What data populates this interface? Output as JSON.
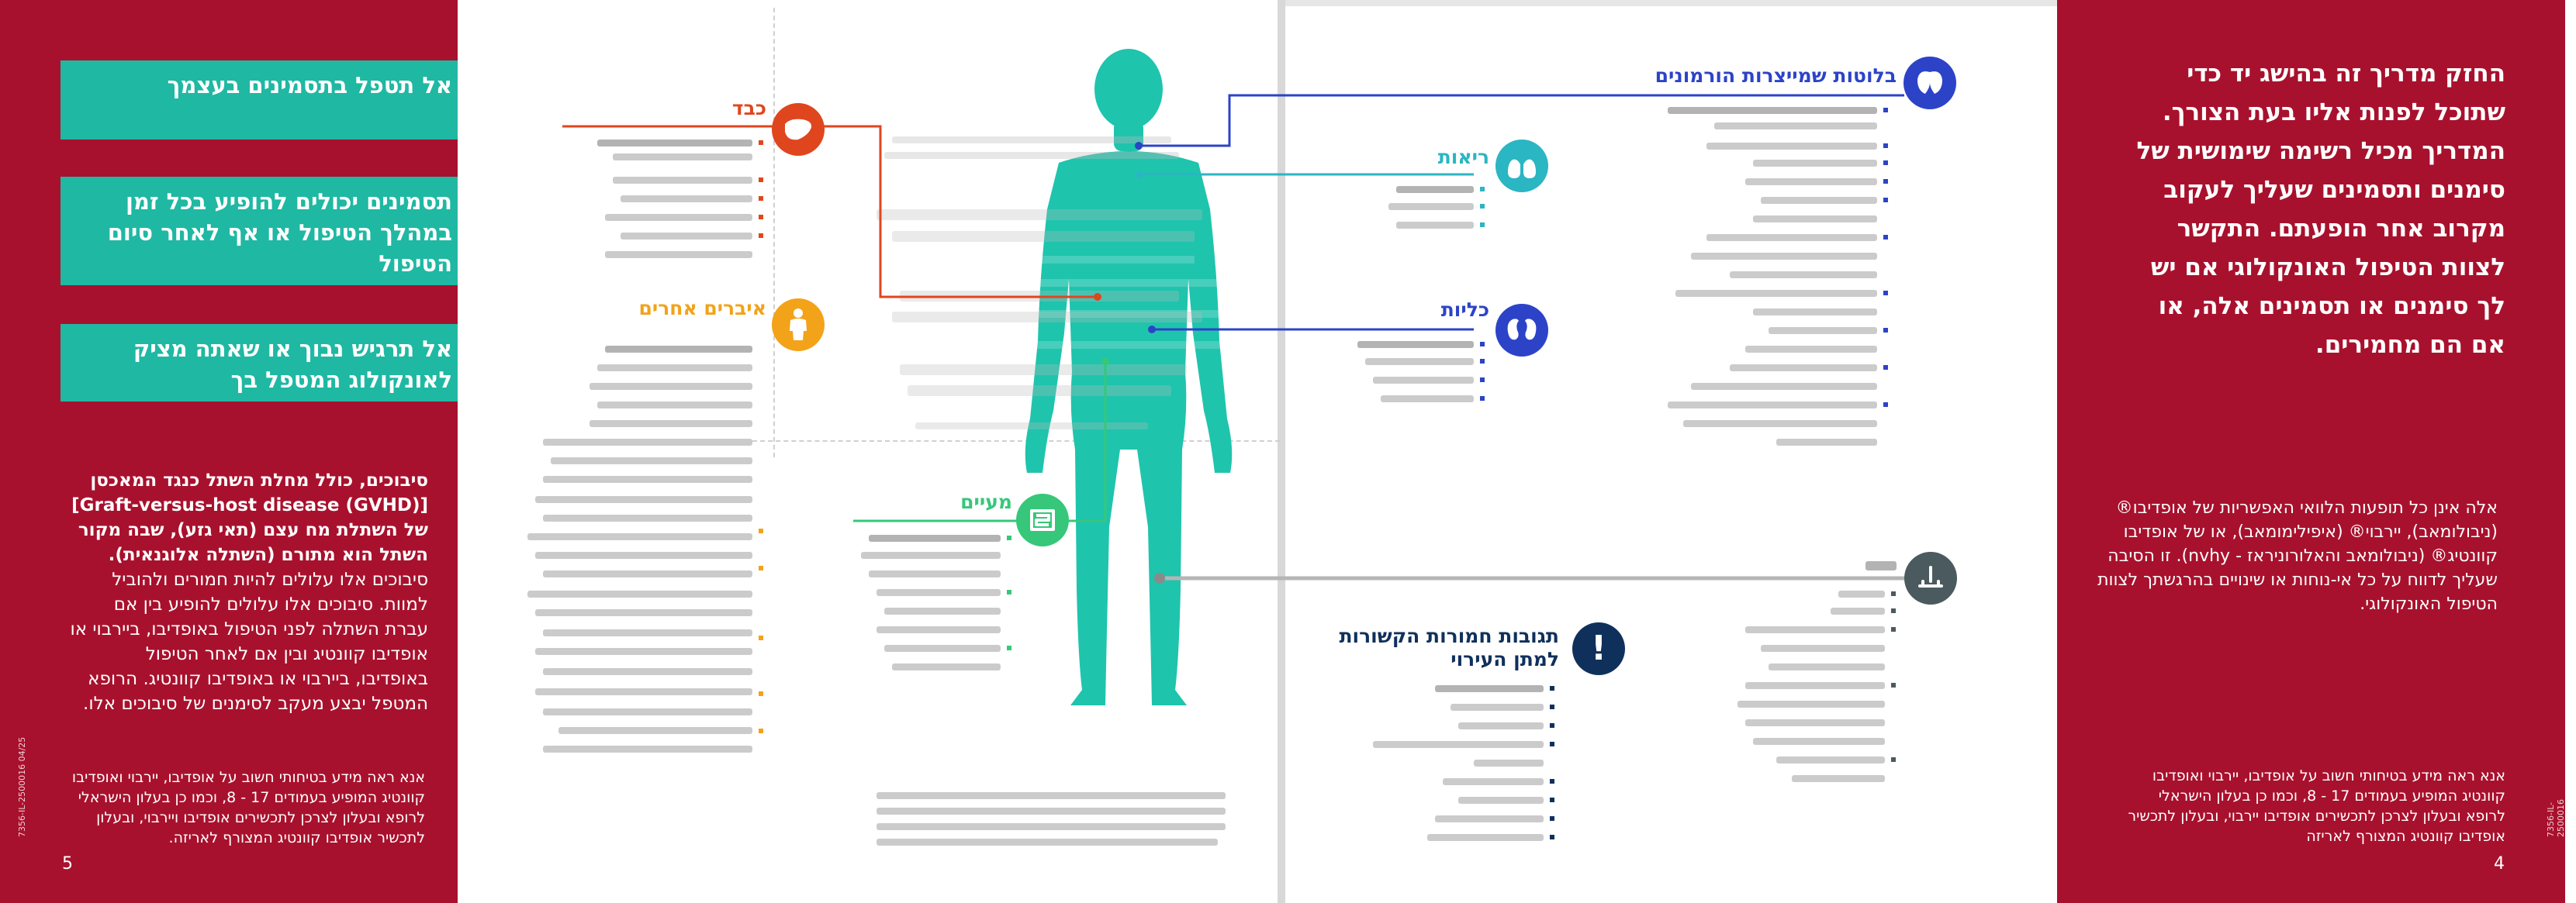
{
  "left_page": {
    "tip_boxes": [
      "אל תטפל בתסמינים בעצמך",
      "תסמינים יכולים להופיע בכל זמן במהלך הטיפול או אף לאחר סיום הטיפול",
      "אל תרגיש נבוך או שאתה מציק לאונקולוג המטפל בך"
    ],
    "gvhd_bold": "סיבוכים, כולל מחלת השתל כנגד המאכסן [Graft-versus-host disease (GVHD)] של השתלת מח עצם (תאי גזע), שבה מקור השתל הוא מתורם (השתלה אלוגנאית).",
    "gvhd_normal": "סיבוכים אלו עלולים להיות חמורים ולהוביל למוות. סיבוכים אלו עלולים להופיע בין אם עברת השתלה לפני הטיפול באופדיבו, ביירבוי או אופדיבו קוונטיג ובין אם לאחר הטיפול באופדיבו, ביירבוי או באופדיבו קוונטיג. הרופא המטפל יבצע מעקב לסימנים של סיבוכים אלו.",
    "footer": "אנא ראה מידע בטיחותי חשוב על אופדיבו, יירבוי ואופדיבו קוונטיג המופיע בעמודים 17 - 8, וכמו כן בעלון הישראלי לרופא ובעלון לצרכן לתכשירים אופדיבו ויירבוי, ובעלון לתכשיר אופדיבו קוונטיג המצורף לאריזה.",
    "code": "7356-IL-2500016 04/25",
    "page_number": "5"
  },
  "right_page": {
    "intro": "החזק מדריך זה בהישג יד כדי שתוכל לפנות אליו בעת הצורך. המדריך מכיל רשימה שימושית של סימנים ותסמינים שעליך לעקוב מקרוב אחר הופעתם. התקשר לצוות הטיפול האונקולוגי אם יש לך סימנים או תסמינים אלה, או אם הם מחמירים.",
    "note": "אלה אינן כל תופעות הלוואי האפשריות של אופדיבו® (ניבולומאב), יירבוי® (איפילימומאב), או של אופדיבו קוונטיג® (ניבולומאב והאלורוניראז - nvhy). זו הסיבה שעליך לדווח על כל אי-נוחות או שינויים בהרגשתך לצוות הטיפול האונקולוגי.",
    "footer": "אנא ראה מידע בטיחותי חשוב על אופדיבו, יירבוי ואופדיבו קוונטיג המופיע בעמודים 17 - 8, וכמו כן בעלון הישראלי לרופא ובעלון לצרכן לתכשירים אופדיבו יירבוי, ובעלון לתכשיר אופדיבו קוונטיג המצורף לאריזה",
    "code": "7356-IL-2500016 04/25",
    "page_number": "4"
  },
  "categories": {
    "liver": "כבד",
    "other_organs": "איברים אחרים",
    "intestines": "מעיים",
    "hormone_glands": "בלוטות שמייצרות הורמונים",
    "lungs": "ריאות",
    "kidneys": "כליות",
    "infusion": "תגובות חמורות הקשורות למתן העירוי"
  },
  "colors": {
    "brand_red": "#a8112d",
    "teal": "#1fb8a3",
    "liver": "#e0461e",
    "other_organs": "#f2a31a",
    "intestines": "#36c77a",
    "hormone_glands": "#2c43c8",
    "lungs": "#2ab6c2",
    "kidneys": "#2c43c8",
    "infusion": "#10305c",
    "injection": "#4b5a5e"
  },
  "icons": {
    "liver": "liver-icon",
    "other_organs": "person-icon",
    "intestines": "intestines-icon",
    "hormone_glands": "thyroid-icon",
    "lungs": "lungs-icon",
    "kidneys": "kidneys-icon",
    "infusion": "exclamation-icon",
    "injection": "injection-icon"
  }
}
